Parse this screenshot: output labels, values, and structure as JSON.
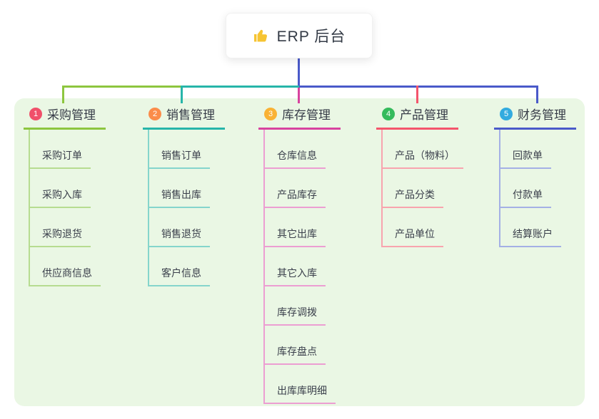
{
  "root": {
    "label": "ERP 后台",
    "icon": "thumbs-up-icon"
  },
  "branches": [
    {
      "index": "1",
      "title": "采购管理",
      "badge_color": "#f0506a",
      "color": "#8dc63f",
      "light_color": "#b6dc90",
      "items": [
        "采购订单",
        "采购入库",
        "采购退货",
        "供应商信息"
      ]
    },
    {
      "index": "2",
      "title": "销售管理",
      "badge_color": "#fb8c4a",
      "color": "#27b5a9",
      "light_color": "#85d5cc",
      "items": [
        "销售订单",
        "销售出库",
        "销售退货",
        "客户信息"
      ]
    },
    {
      "index": "3",
      "title": "库存管理",
      "badge_color": "#f9b234",
      "color": "#d8439f",
      "light_color": "#ec9ed2",
      "items": [
        "仓库信息",
        "产品库存",
        "其它出库",
        "其它入库",
        "库存调拨",
        "库存盘点",
        "出库库明细"
      ]
    },
    {
      "index": "4",
      "title": "产品管理",
      "badge_color": "#35bb5c",
      "color": "#f4556c",
      "light_color": "#f8a4ae",
      "items": [
        "产品（物料）",
        "产品分类",
        "产品单位"
      ]
    },
    {
      "index": "5",
      "title": "财务管理",
      "badge_color": "#33abdf",
      "color": "#4a5ac9",
      "light_color": "#a4b0e5",
      "items": [
        "回款单",
        "付款单",
        "结算账户"
      ]
    }
  ],
  "colors": {
    "canvas_bg": "#ffffff",
    "panel_bg": "#eaf7e4",
    "root_connector": "#4a5ac9",
    "title_text": "#363b47",
    "child_text": "#3a3f4b"
  }
}
